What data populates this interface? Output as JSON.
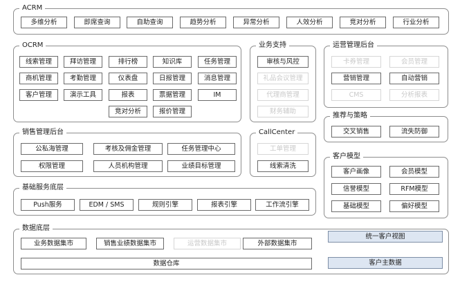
{
  "acrm": {
    "title": "ACRM",
    "items": [
      "多维分析",
      "即席查询",
      "自助查询",
      "趋势分析",
      "异常分析",
      "人效分析",
      "竞对分析",
      "行业分析"
    ]
  },
  "ocrm": {
    "title": "OCRM",
    "rows": [
      [
        "线索管理",
        "拜访管理",
        "排行榜",
        "知识库",
        "任务管理"
      ],
      [
        "商机管理",
        "考勤管理",
        "仪表盘",
        "日报管理",
        "消息管理"
      ],
      [
        "客户管理",
        "演示工具",
        "报表",
        "票据管理",
        "IM"
      ],
      [
        "竞对分析",
        "报价管理"
      ]
    ]
  },
  "yewu": {
    "title": "业务支持",
    "items": [
      "审核与风控",
      "礼品会议管理",
      "代理商管理",
      "财务辅助"
    ]
  },
  "yunying": {
    "title": "运营管理后台",
    "items": [
      "卡券管理",
      "会员管理",
      "营销管理",
      "自动营销",
      "CMS",
      "分析报表"
    ]
  },
  "tuijian": {
    "title": "推荐与策略",
    "items": [
      "交叉销售",
      "流失防御"
    ]
  },
  "xiaoshou": {
    "title": "销售管理后台",
    "items": [
      "公私海管理",
      "考核及佣金管理",
      "任务管理中心",
      "权限管理",
      "人员机构管理",
      "业绩目标管理"
    ]
  },
  "callcenter": {
    "title": "CallCenter",
    "items": [
      "工单管理",
      "线索清洗"
    ]
  },
  "kehu": {
    "title": "客户模型",
    "items": [
      "客户画像",
      "会员模型",
      "信誉模型",
      "RFM模型",
      "基础模型",
      "偏好模型"
    ]
  },
  "jichu": {
    "title": "基础服务底层",
    "items": [
      "Push服务",
      "EDM / SMS",
      "规则引擎",
      "报表引擎",
      "工作流引擎"
    ]
  },
  "shuju": {
    "title": "数据底层",
    "items": [
      "业务数据集市",
      "销售业绩数据集市",
      "运营数据集市",
      "外部数据集市"
    ],
    "warehouse": "数据仓库"
  },
  "unified_view": "统一客户视图",
  "master_data": "客户主数据",
  "colors": {
    "border": "#6a6a6a",
    "panel_border": "#8d8d8d",
    "dim": "#c9c9c9",
    "blue_fill": "#dde6f2"
  }
}
